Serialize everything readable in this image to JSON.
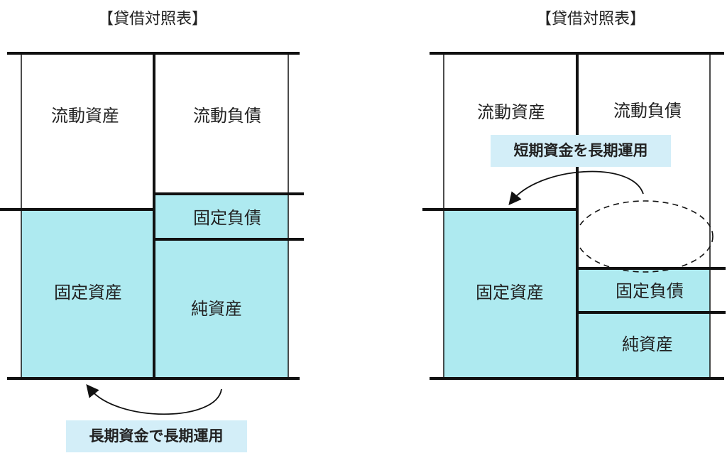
{
  "colors": {
    "fill": "#aeeaf0",
    "label_bg": "#d3eef8",
    "line": "#111111"
  },
  "left": {
    "title": "【貸借対照表】",
    "current_assets": "流動資産",
    "current_liabilities": "流動負債",
    "fixed_liabilities": "固定負債",
    "fixed_assets": "固定資産",
    "net_assets": "純資産",
    "caption": "長期資金で長期運用"
  },
  "right": {
    "title": "【貸借対照表】",
    "current_assets": "流動資産",
    "current_liabilities": "流動負債",
    "fixed_liabilities": "固定負債",
    "fixed_assets": "固定資産",
    "net_assets": "純資産",
    "caption": "短期資金を長期運用"
  }
}
